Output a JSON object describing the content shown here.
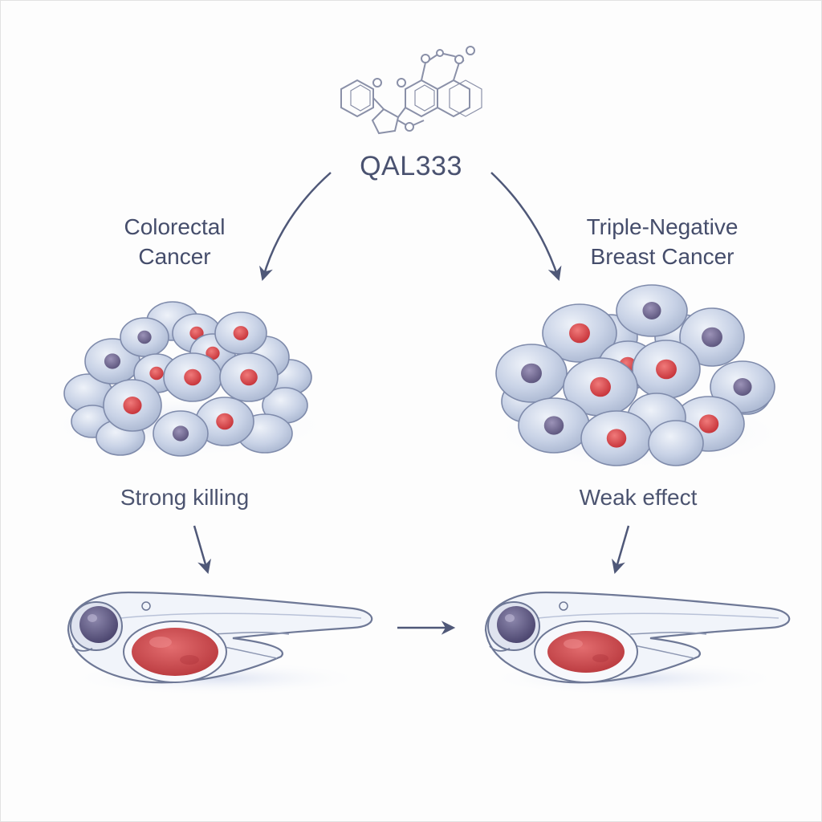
{
  "compound": {
    "name": "QAL333"
  },
  "left_panel": {
    "label_line1": "Colorectal",
    "label_line2": "Cancer",
    "effect": "Strong killing"
  },
  "right_panel": {
    "label_line1": "Triple-Negative",
    "label_line2": "Breast Cancer",
    "effect": "Weak effect"
  },
  "colors": {
    "text": "#3f4866",
    "arrow": "#4f5878",
    "cell_fill": "#c9d3e6",
    "nucleus_red": "#d9474c",
    "nucleus_purple": "#7a7397",
    "tumor_red": "#cf4a4e"
  }
}
